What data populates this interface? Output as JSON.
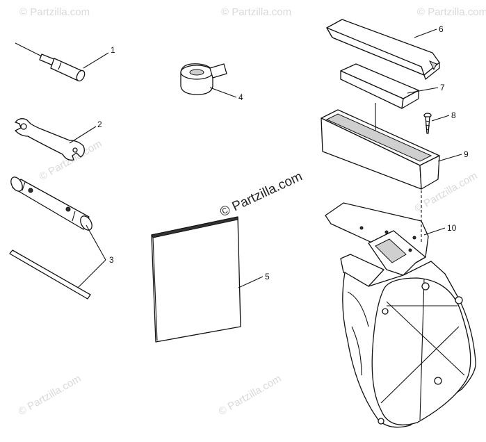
{
  "watermark": {
    "text": "© Partzilla.com",
    "center_text": "© Partzilla.com"
  },
  "callouts": [
    {
      "id": "1",
      "label": "1"
    },
    {
      "id": "2",
      "label": "2"
    },
    {
      "id": "3",
      "label": "3"
    },
    {
      "id": "4",
      "label": "4"
    },
    {
      "id": "5",
      "label": "5"
    },
    {
      "id": "6",
      "label": "6"
    },
    {
      "id": "7",
      "label": "7"
    },
    {
      "id": "8",
      "label": "8"
    },
    {
      "id": "9",
      "label": "9"
    },
    {
      "id": "10",
      "label": "10"
    }
  ]
}
